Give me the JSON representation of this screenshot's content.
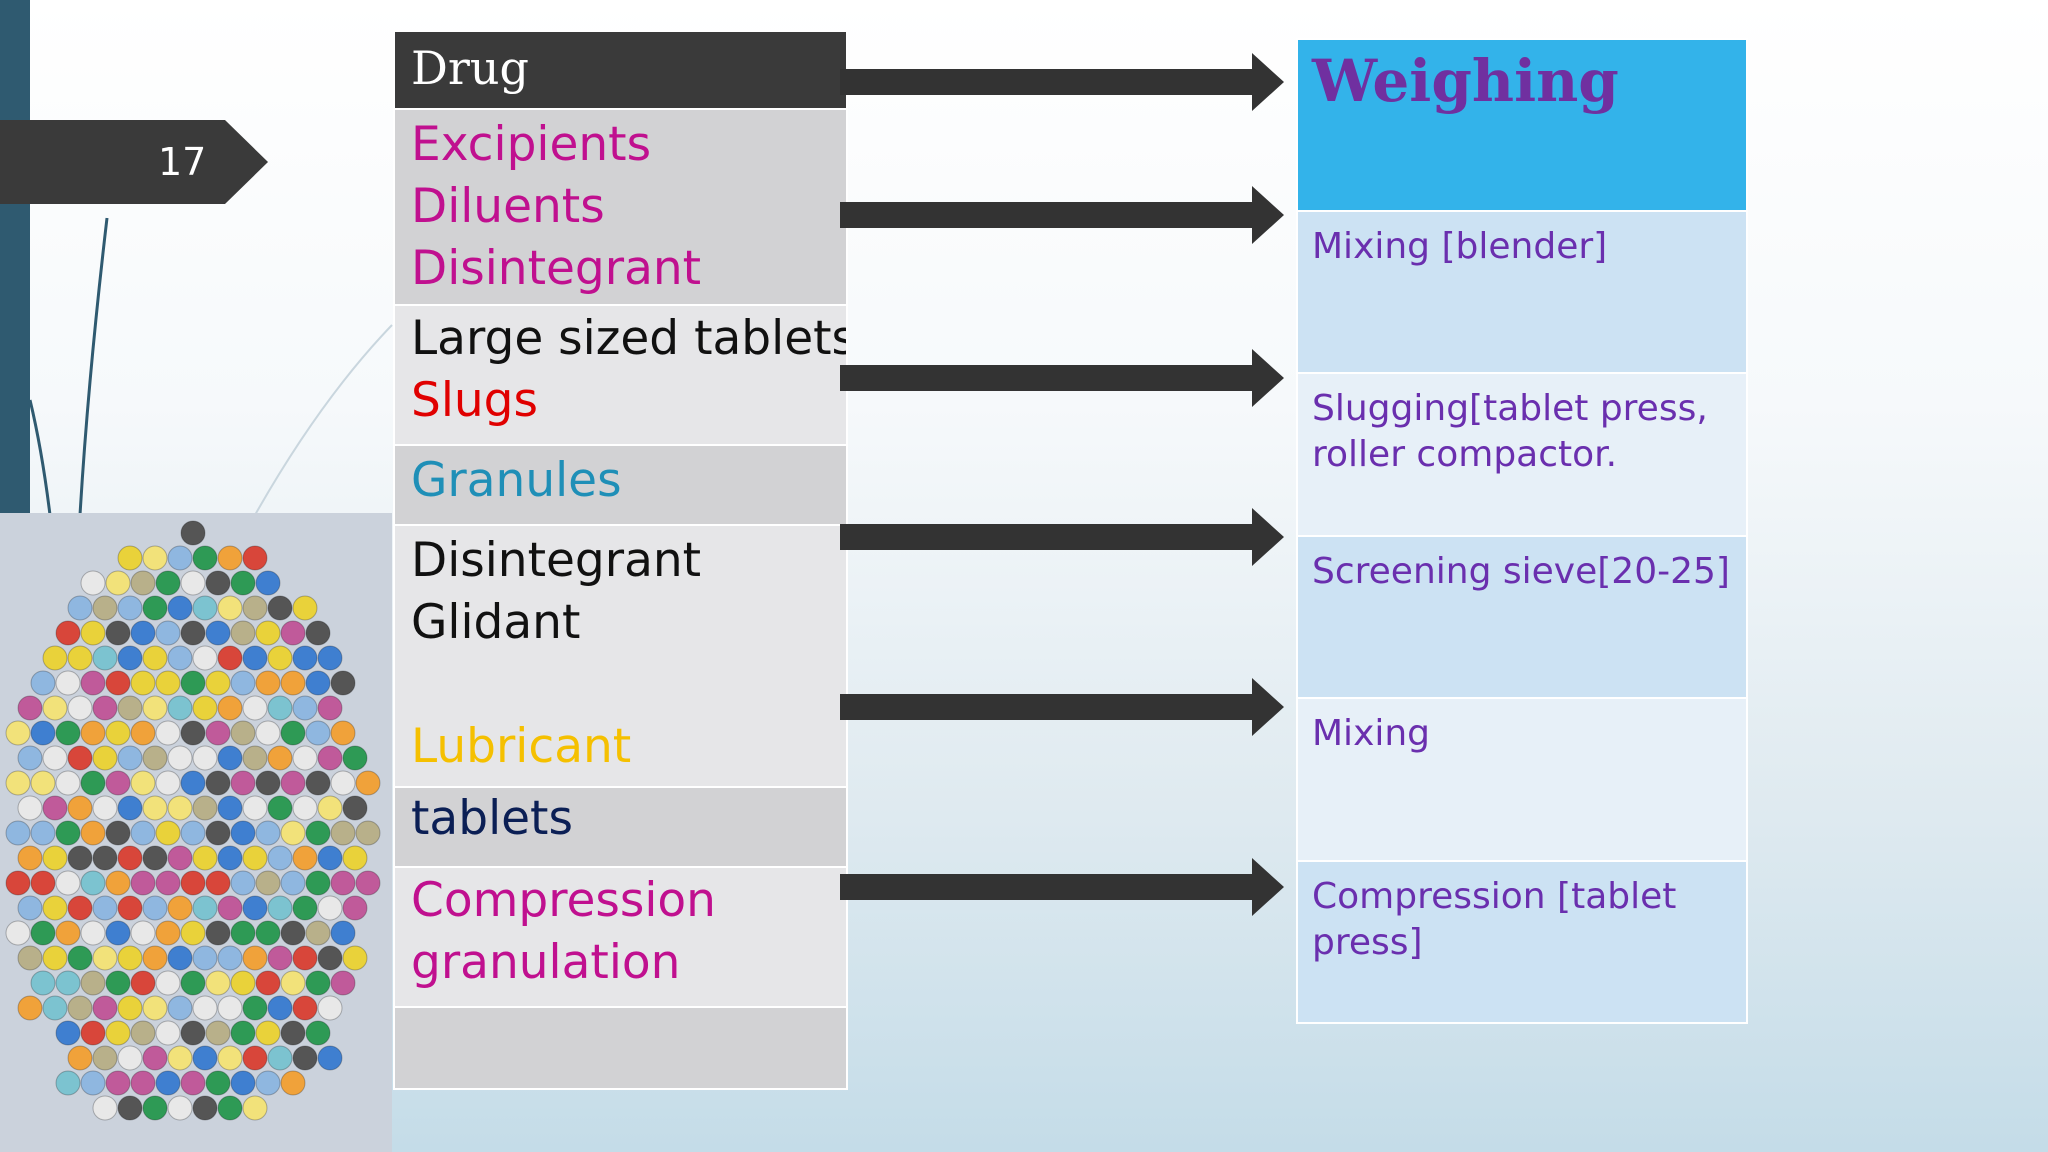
{
  "slide_number": "17",
  "left_column": {
    "drug": "Drug",
    "excipients_lines": [
      "Excipients",
      "Diluents",
      "Disintegrant"
    ],
    "large_tablets": "Large sized tablets",
    "slugs": "Slugs",
    "granules": "Granules",
    "disintegrant": "Disintegrant",
    "glidant": "Glidant",
    "lubricant": "Lubricant",
    "tablets": "tablets",
    "compression_lines": [
      "Compression",
      "granulation"
    ]
  },
  "right_column": {
    "weighing": "Weighing",
    "mixing_blender": "Mixing [blender]",
    "slugging_lines": [
      "Slugging[tablet press,",
      "roller compactor."
    ],
    "screening": "Screening sieve[20-25]",
    "mixing": "Mixing",
    "compression_lines": [
      "Compression [tablet",
      "press]"
    ]
  },
  "colors": {
    "magenta": "#c0108f",
    "red": "#e00000",
    "teal": "#1f8fb7",
    "gold": "#f5c000",
    "navy": "#0b1f55",
    "purple": "#6a2fae",
    "arrow": "#333333"
  }
}
